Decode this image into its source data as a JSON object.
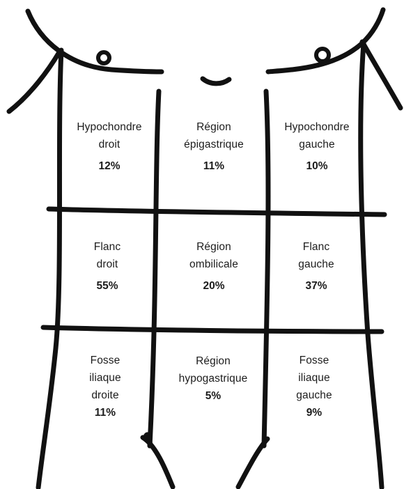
{
  "regions": [
    {
      "id": "hypochondre-droit",
      "label": "Hypochondre\ndroit",
      "percent": "12%"
    },
    {
      "id": "region-epigastrique",
      "label": "Région\népigastrique",
      "percent": "11%"
    },
    {
      "id": "hypochondre-gauche",
      "label": "Hypochondre\ngauche",
      "percent": "10%"
    },
    {
      "id": "flanc-droit",
      "label": "Flanc\ndroit",
      "percent": "55%"
    },
    {
      "id": "region-ombilicale",
      "label": "Région\nombilicale",
      "percent": "20%"
    },
    {
      "id": "flanc-gauche",
      "label": "Flanc\ngauche",
      "percent": "37%"
    },
    {
      "id": "fosse-iliaque-droite",
      "label": "Fosse\niliaque\ndroite",
      "percent": "11%"
    },
    {
      "id": "region-hypogastrique",
      "label": "Région\nhypogastrique",
      "percent": "5%"
    },
    {
      "id": "fosse-iliaque-gauche",
      "label": "Fosse\niliaque\ngauche",
      "percent": "9%"
    }
  ],
  "colors": {
    "ink": "#111111",
    "background": "#ffffff"
  }
}
